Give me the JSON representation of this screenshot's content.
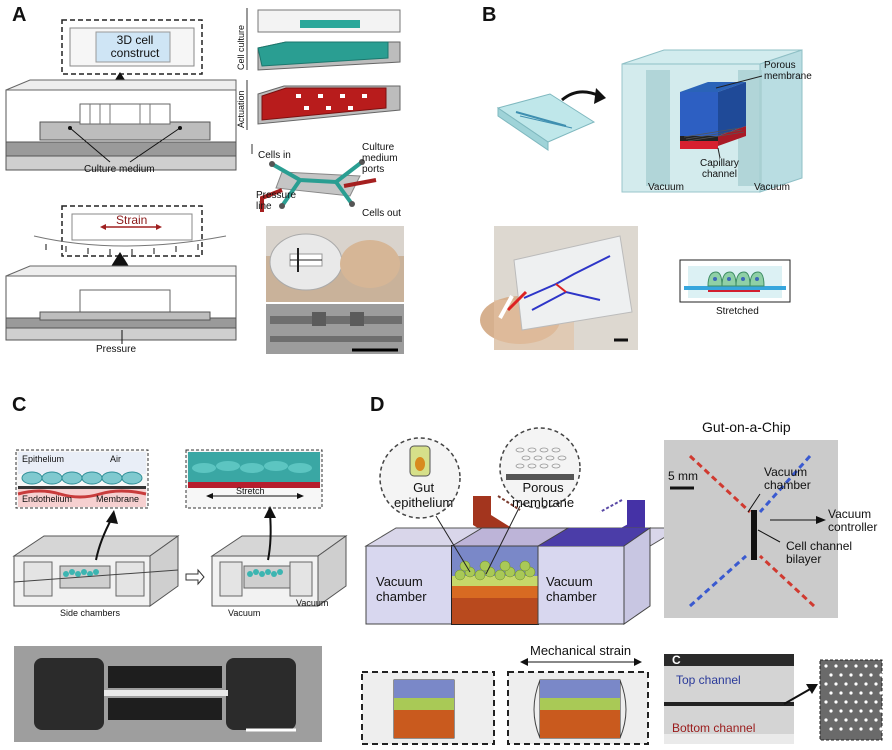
{
  "panels": {
    "a": "A",
    "b": "B",
    "c": "C",
    "d": "D"
  },
  "panel_a": {
    "construct_label": "3D cell\nconstruct",
    "culture_medium": "Culture medium",
    "strain": "Strain",
    "pressure": "Pressure",
    "cell_culture": "Cell culture",
    "actuation": "Actuation",
    "cells_in": "Cells in",
    "culture_ports": "Culture\nmedium\nports",
    "pressure_line": "Pressure\nline",
    "cells_out": "Cells out"
  },
  "panel_b": {
    "porous_membrane": "Porous\nmembrane",
    "capillary_channel": "Capillary\nchannel",
    "vacuum_left": "Vacuum",
    "vacuum_right": "Vacuum",
    "stretched": "Stretched"
  },
  "panel_c": {
    "epithelium": "Epithelium",
    "air": "Air",
    "endothelium": "Endothelium",
    "membrane": "Membrane",
    "stretch": "Stretch",
    "side_chambers": "Side chambers",
    "vacuum_1": "Vacuum",
    "vacuum_2": "Vacuum"
  },
  "panel_d": {
    "gut_epithelium": "Gut\nepithelium",
    "porous_membrane": "Porous\nmembrane",
    "vacuum_chamber_left": "Vacuum\nchamber",
    "vacuum_chamber_right": "Vacuum\nchamber",
    "title": "Gut-on-a-Chip",
    "scale": "5 mm",
    "vacuum_chamber_photo": "Vacuum\nchamber",
    "vacuum_controller": "Vacuum\ncontroller",
    "cell_channel_bilayer": "Cell channel\nbilayer",
    "mechanical_strain": "Mechanical strain",
    "inset_letter": "C",
    "top_channel": "Top channel",
    "bottom_channel": "Bottom channel"
  }
}
